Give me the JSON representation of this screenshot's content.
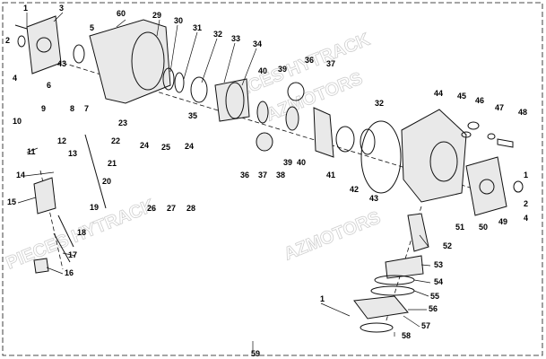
{
  "diagram": {
    "watermarks": [
      "PIECES HYTRACK",
      "AZMOTORS",
      "PIECES HYTRACK",
      "AZMOTORS"
    ],
    "labels": [
      "1",
      "3",
      "60",
      "29",
      "30",
      "31",
      "32",
      "33",
      "34",
      "2",
      "5",
      "40",
      "39",
      "36",
      "37",
      "4",
      "43",
      "6",
      "7",
      "8",
      "9",
      "35",
      "23",
      "10",
      "11",
      "12",
      "13",
      "22",
      "21",
      "25",
      "24",
      "24",
      "44",
      "45",
      "46",
      "47",
      "48",
      "41",
      "32",
      "38",
      "39",
      "40",
      "36",
      "37",
      "14",
      "15",
      "20",
      "19",
      "18",
      "17",
      "16",
      "26",
      "27",
      "28",
      "42",
      "43",
      "51",
      "50",
      "49",
      "4",
      "2",
      "1",
      "52",
      "53",
      "54",
      "55",
      "56",
      "57",
      "58",
      "1",
      "59"
    ]
  }
}
